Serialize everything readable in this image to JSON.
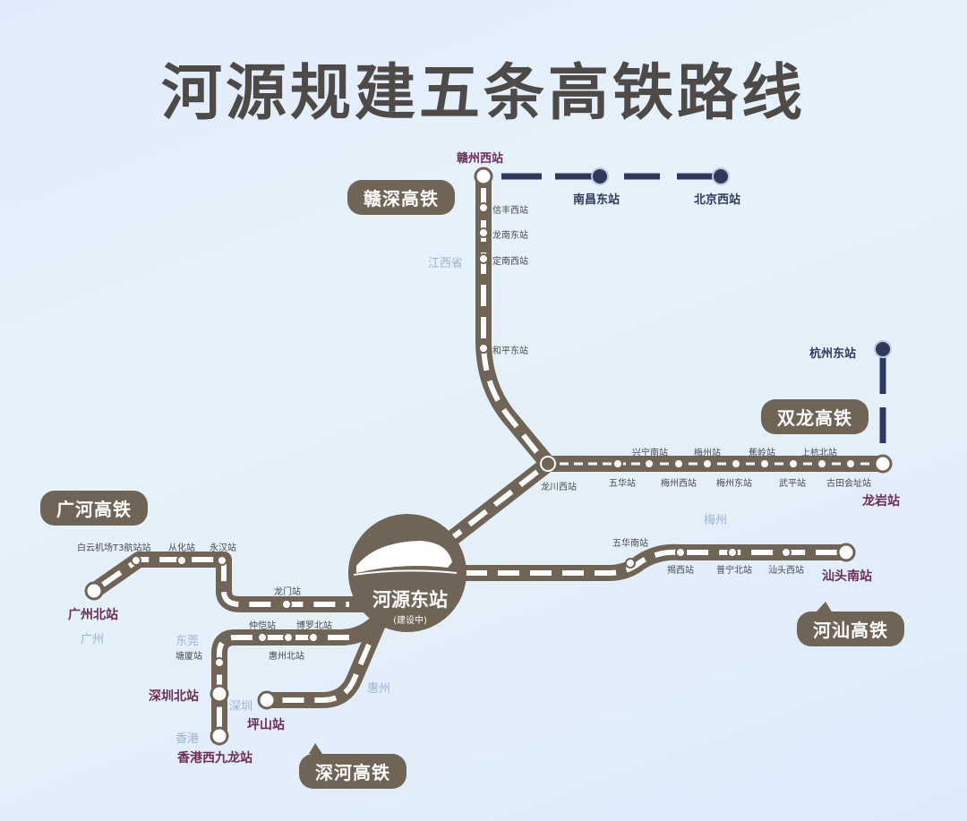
{
  "title": "河源规建五条高铁路线",
  "colors": {
    "track": "#6f6455",
    "track_fill": "#ffffff",
    "extension": "#2e3a5c",
    "terminal_text": "#6b2c55",
    "region_text": "#9fb4d2",
    "background": "#e4effa"
  },
  "hub": {
    "name": "河源东站",
    "status": "(建设中)",
    "icon": "high-speed-train-icon"
  },
  "lines": {
    "ganshen": {
      "label": "赣深高铁",
      "terminal": "赣州西站",
      "stations": [
        "信丰西站",
        "龙南东站",
        "定南西站",
        "和平东站",
        "龙川西站"
      ],
      "extension": [
        "南昌东站",
        "北京西站"
      ]
    },
    "shuanglong": {
      "label": "双龙高铁",
      "junction": "龙川西站",
      "stations_top": [
        "兴宁南站",
        "梅州站",
        "蕉岭站",
        "上杭北站"
      ],
      "stations_bottom": [
        "五华站",
        "梅州西站",
        "梅州东站",
        "武平站",
        "古田会址站"
      ],
      "terminal": "龙岩站",
      "extension": [
        "杭州东站"
      ]
    },
    "heshan": {
      "label": "河汕高铁",
      "stations_top": [
        "五华南站"
      ],
      "stations_bottom": [
        "揭西站",
        "普宁北站",
        "汕头西站"
      ],
      "terminal": "汕头南站"
    },
    "guanghe": {
      "label": "广河高铁",
      "terminal": "广州北站",
      "stations": [
        "白云机场T3航站站",
        "从化站",
        "永汉站",
        "龙门站"
      ]
    },
    "shenhe": {
      "label": "深河高铁",
      "stations_top": [
        "仲恺站",
        "博罗北站"
      ],
      "stations_bottom": [
        "惠州北站"
      ],
      "station_side": "塘厦站",
      "terminals": [
        "深圳北站",
        "香港西九龙站",
        "坪山站"
      ]
    }
  },
  "regions": [
    "江西省",
    "梅州",
    "广州",
    "东莞",
    "深圳",
    "香港",
    "惠州"
  ]
}
